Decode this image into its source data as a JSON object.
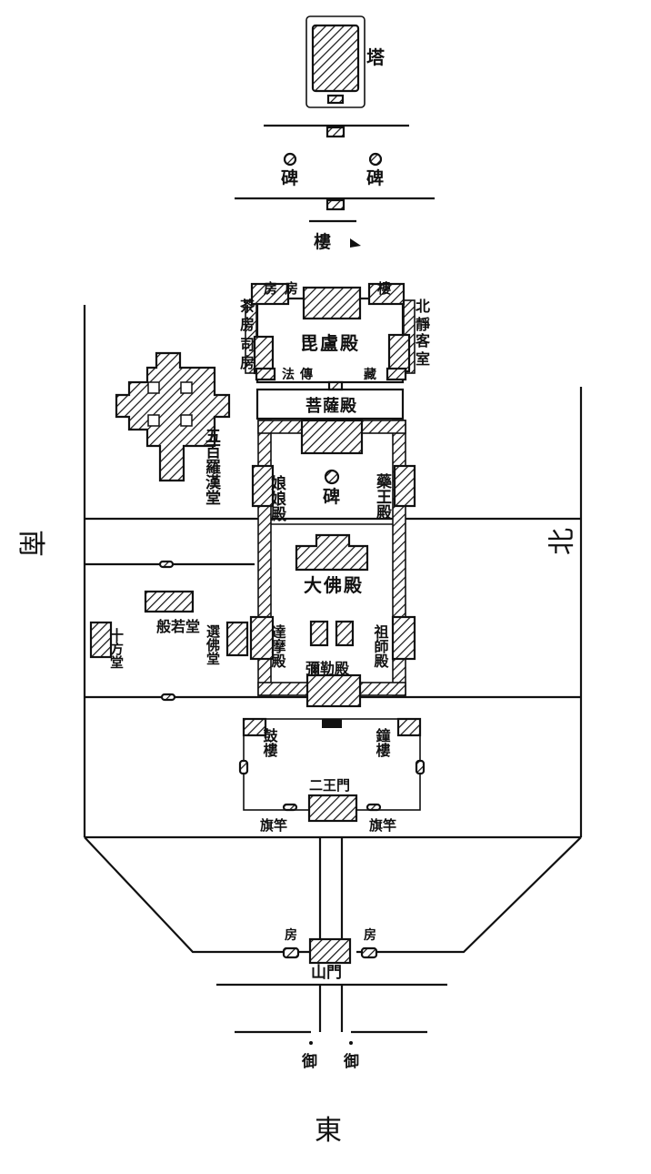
{
  "compass": {
    "south": "南",
    "north": "北",
    "east": "東"
  },
  "labels": {
    "pagoda": "塔",
    "stele_top_left": "碑",
    "stele_top_right": "碑",
    "tower_top": "樓",
    "room_nw": "房",
    "room_n": "房",
    "north_tower": "樓",
    "north_label": "北",
    "quiet_room_a": "靜",
    "quiet_room_b": "室",
    "tea_room_a": "茶",
    "tea_room_b": "房",
    "guest_room_a": "客",
    "guest_room_b": "室",
    "si_room_a": "司",
    "si_room_b": "房",
    "vairocana_hall": "毘盧殿",
    "chuanfa": "傳",
    "chuanfa2": "法",
    "jizang": "藏",
    "bodhisattva_hall": "菩薩殿",
    "arhat_hall": "五百羅漢堂",
    "niangniang_hall": "娘娘殿",
    "stele_center": "碑",
    "yaowang_hall": "藥王殿",
    "great_buddha_hall": "大佛殿",
    "ten_directions_hall": "十方堂",
    "banruo_hall": "般若堂",
    "xuanfa_hall": "選佛堂",
    "damo_hall": "達摩殿",
    "mile_hall": "彌勒殿",
    "zushi_hall": "祖師殿",
    "drum_tower": "鼓樓",
    "bell_tower": "鐘樓",
    "second_gate": "二王門",
    "flag_left": "旗竿",
    "flag_right": "旗竿",
    "room_gate_left": "房",
    "room_gate_right": "房",
    "mountain_gate": "山門",
    "xia_ma_left": "御",
    "xia_ma_right": "御"
  }
}
